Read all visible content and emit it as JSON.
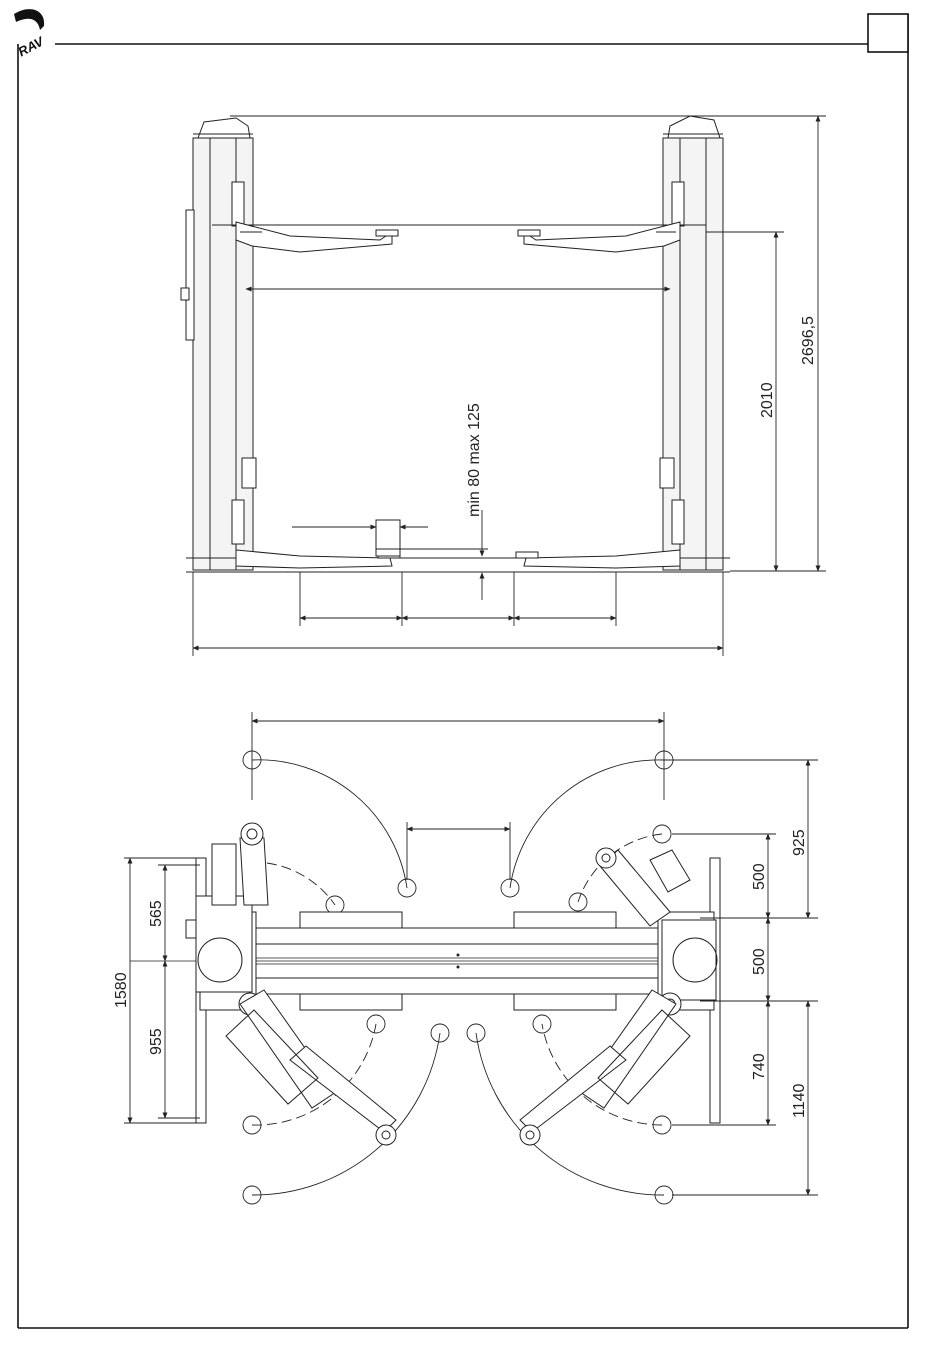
{
  "brand": {
    "logo_text": "RAV"
  },
  "colors": {
    "line": "#222222",
    "frame": "#111111",
    "paper": "#ffffff",
    "column_fill": "#f3f3f3"
  },
  "front_view": {
    "height_total": "2696,5",
    "lift_height": "2010",
    "pad_height_note": "min 80 max 125"
  },
  "top_view": {
    "dim_1580": "1580",
    "dim_565": "565",
    "dim_955": "955",
    "dim_925": "925",
    "dim_500_upper": "500",
    "dim_500_lower": "500",
    "dim_740": "740",
    "dim_1140": "1140"
  }
}
